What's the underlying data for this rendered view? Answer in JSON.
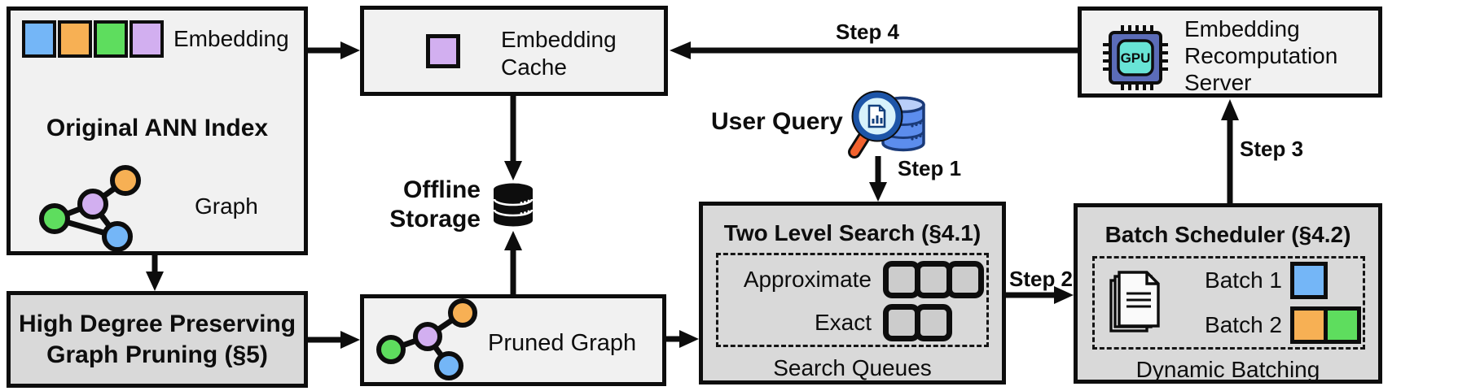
{
  "colors": {
    "blue": "#74b6f7",
    "orange": "#f7b054",
    "green": "#5edd5e",
    "purple": "#d2aff0",
    "box_light": "#f1f1f1",
    "box_gray": "#d9d9d9",
    "queue_fill": "#cccccc",
    "line_black": "#0d0d0d",
    "gpu_chip": "#5b6cb8",
    "gpu_core": "#68e4d6",
    "db_blue": "#5c8ded",
    "db_blue_light": "#b9cef8",
    "db_outline": "#1a3a78",
    "lens_fill": "#d8f2fb",
    "lens_rim": "#1d55a8",
    "handle_orange": "#f2622e"
  },
  "ann_index": {
    "title": "Original ANN Index",
    "embedding_label": "Embedding",
    "graph_label": "Graph",
    "embedding_colors": [
      "blue",
      "orange",
      "green",
      "purple"
    ]
  },
  "pruning": {
    "title": "High Degree Preserving\nGraph Pruning (§5)"
  },
  "embedding_cache": {
    "label": "Embedding\nCache"
  },
  "offline_storage": {
    "label": "Offline\nStorage"
  },
  "pruned_graph": {
    "label": "Pruned Graph"
  },
  "user_query": {
    "label": "User Query"
  },
  "steps": {
    "step1": "Step 1",
    "step2": "Step 2",
    "step3": "Step 3",
    "step4": "Step 4"
  },
  "two_level_search": {
    "title": "Two Level Search (§4.1)",
    "rows": [
      {
        "label": "Approximate",
        "queue_count": 3
      },
      {
        "label": "Exact",
        "queue_count": 2
      }
    ],
    "footer": "Search Queues"
  },
  "batch_scheduler": {
    "title": "Batch Scheduler (§4.2)",
    "batches": [
      {
        "label": "Batch 1",
        "colors": [
          "blue"
        ]
      },
      {
        "label": "Batch 2",
        "colors": [
          "orange",
          "green"
        ]
      }
    ],
    "footer": "Dynamic Batching"
  },
  "recomputation_server": {
    "label": "Embedding\nRecomputation\nServer",
    "gpu_label": "GPU"
  }
}
